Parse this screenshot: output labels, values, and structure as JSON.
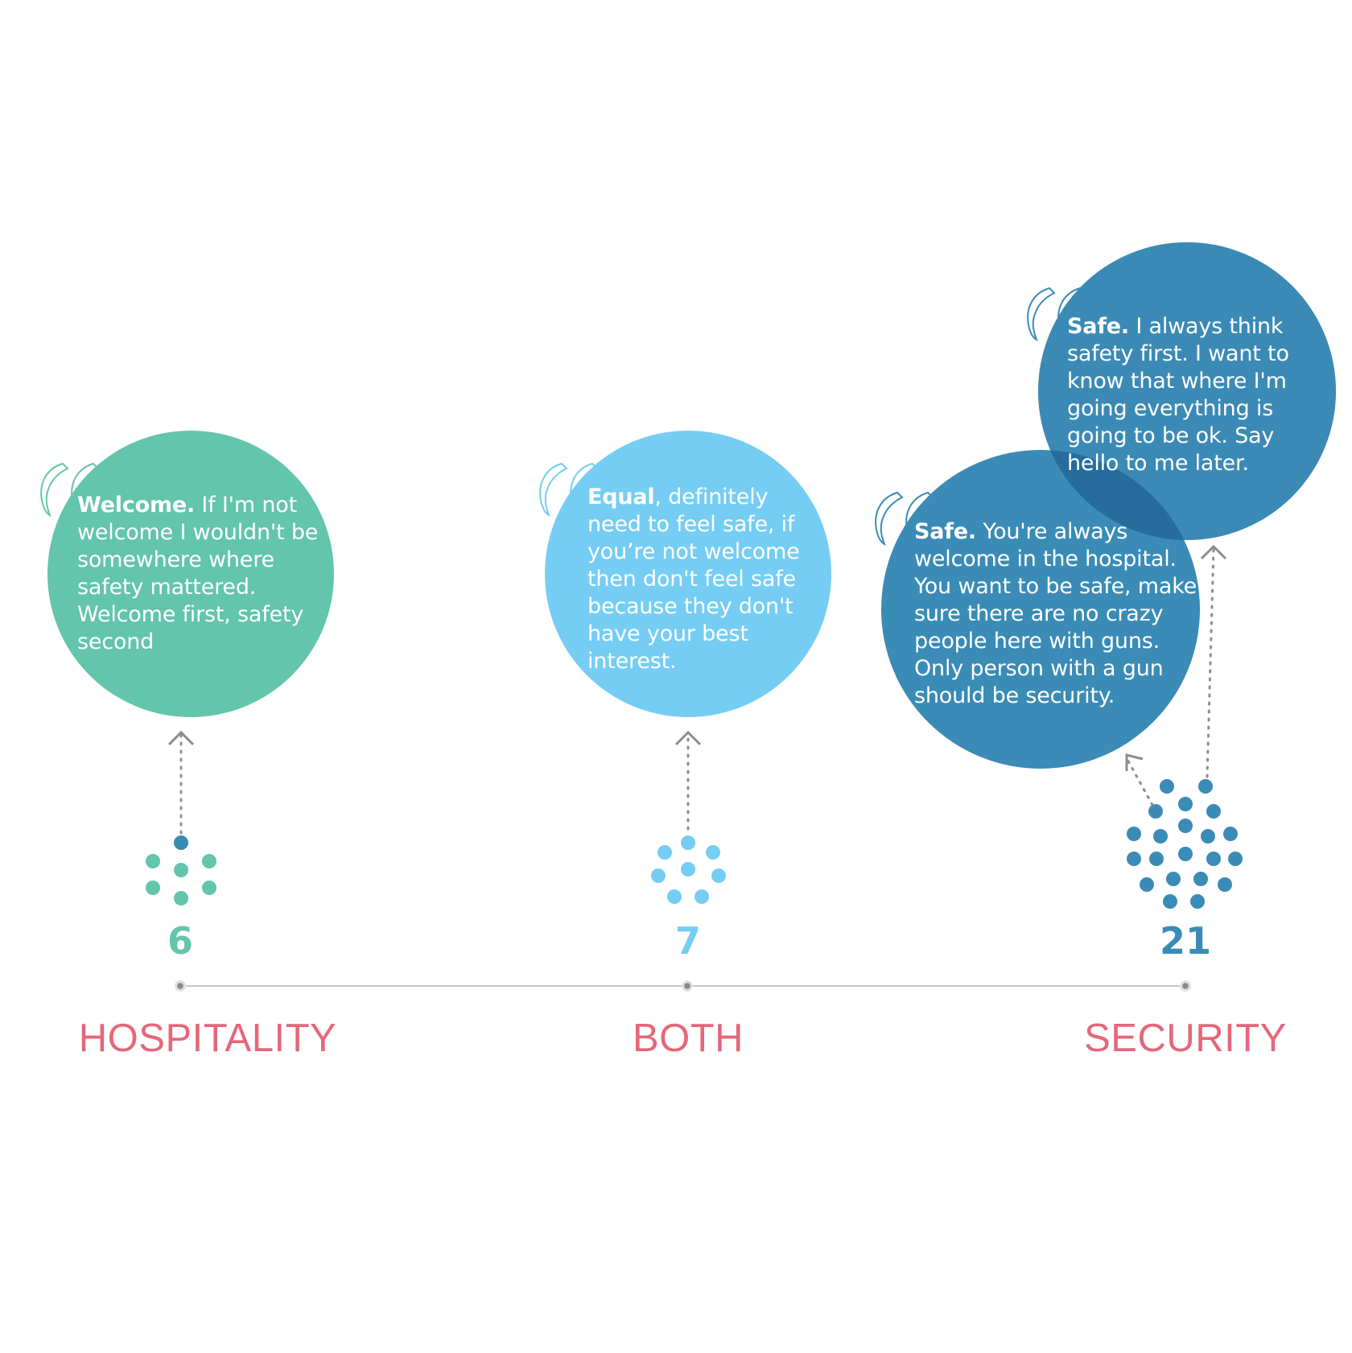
{
  "colors": {
    "hospitality": "#63c5ab",
    "both": "#75cdf3",
    "security": "#3a8bb6",
    "security_overlap": "#2c7aa6",
    "label": "#e5677a",
    "connector": "#8c8c8c",
    "highlight_dot": "#3a8bb6"
  },
  "categories": [
    {
      "id": "hospitality",
      "label": "HOSPITALITY",
      "count": "6",
      "quotes": [
        {
          "bold": "Welcome.",
          "text": " If I'm not welcome I wouldn't be somewhere where safety mattered. Welcome first, safety second"
        }
      ]
    },
    {
      "id": "both",
      "label": "BOTH",
      "count": "7",
      "quotes": [
        {
          "bold": "Equal",
          "text": ", definitely need to feel safe, if you’re not welcome then don't feel safe because they don't have your best interest."
        }
      ]
    },
    {
      "id": "security",
      "label": "SECURITY",
      "count": "21",
      "quotes": [
        {
          "bold": "Safe.",
          "text": " You're always welcome in the hospital. You want to be safe, make sure there are no crazy people here with guns. Only person with a gun should be security."
        },
        {
          "bold": "Safe.",
          "text": " I always think safety first. I want to know that where I'm going everything is going to be ok. Say hello to me later."
        }
      ]
    }
  ],
  "icons": {
    "quote_mark": "open-quote-icon",
    "arrow": "arrow-up-icon",
    "dot_cluster": "respondent-dots-icon",
    "axis_node": "timeline-node-icon"
  }
}
